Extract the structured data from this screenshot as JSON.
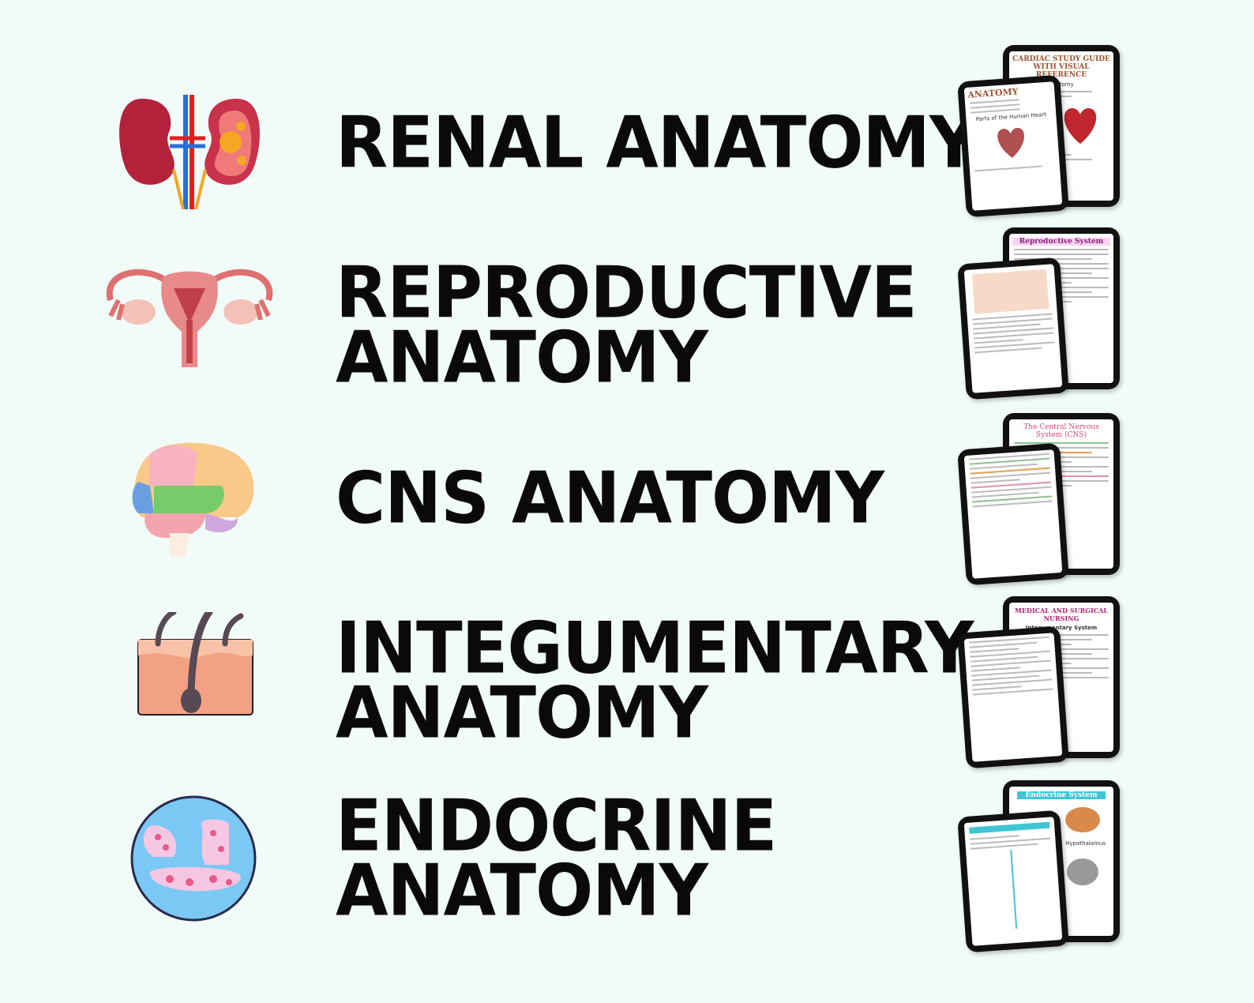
{
  "rows": [
    {
      "title_line1": "RENAL ANATOMY",
      "title_line2": "",
      "icon": "kidney-icon",
      "preview_back_title": "CARDIAC STUDY GUIDE WITH VISUAL REFERENCE",
      "preview_back_sub": "Anatomy",
      "preview_front_title": "ANATOMY",
      "preview_front_sub": "Parts of the Human Heart"
    },
    {
      "title_line1": "REPRODUCTIVE",
      "title_line2": "ANATOMY",
      "icon": "uterus-icon",
      "preview_back_title": "Reproductive System",
      "preview_back_sub": "",
      "preview_front_title": "",
      "preview_front_sub": ""
    },
    {
      "title_line1": "CNS ANATOMY",
      "title_line2": "",
      "icon": "brain-icon",
      "preview_back_title": "The Central Nervous System (CNS)",
      "preview_back_sub": "",
      "preview_front_title": "",
      "preview_front_sub": ""
    },
    {
      "title_line1": "INTEGUMENTARY",
      "title_line2": "ANATOMY",
      "icon": "skin-hair-icon",
      "preview_back_title": "MEDICAL AND SURGICAL NURSING",
      "preview_back_sub": "Integumentary System",
      "preview_front_title": "",
      "preview_front_sub": ""
    },
    {
      "title_line1": "ENDOCRINE",
      "title_line2": "ANATOMY",
      "icon": "pancreas-icon",
      "preview_back_title": "Endocrine System",
      "preview_back_sub": "Hypothalamus",
      "preview_front_title": "",
      "preview_front_sub": ""
    }
  ],
  "colors": {
    "background": "#f1fcf9",
    "title": "#0a0a0a",
    "kidney": "#b3223a",
    "uterus": "#e88a8a",
    "skin": "#f3a184",
    "endocrine_circle": "#7cc8f5"
  }
}
